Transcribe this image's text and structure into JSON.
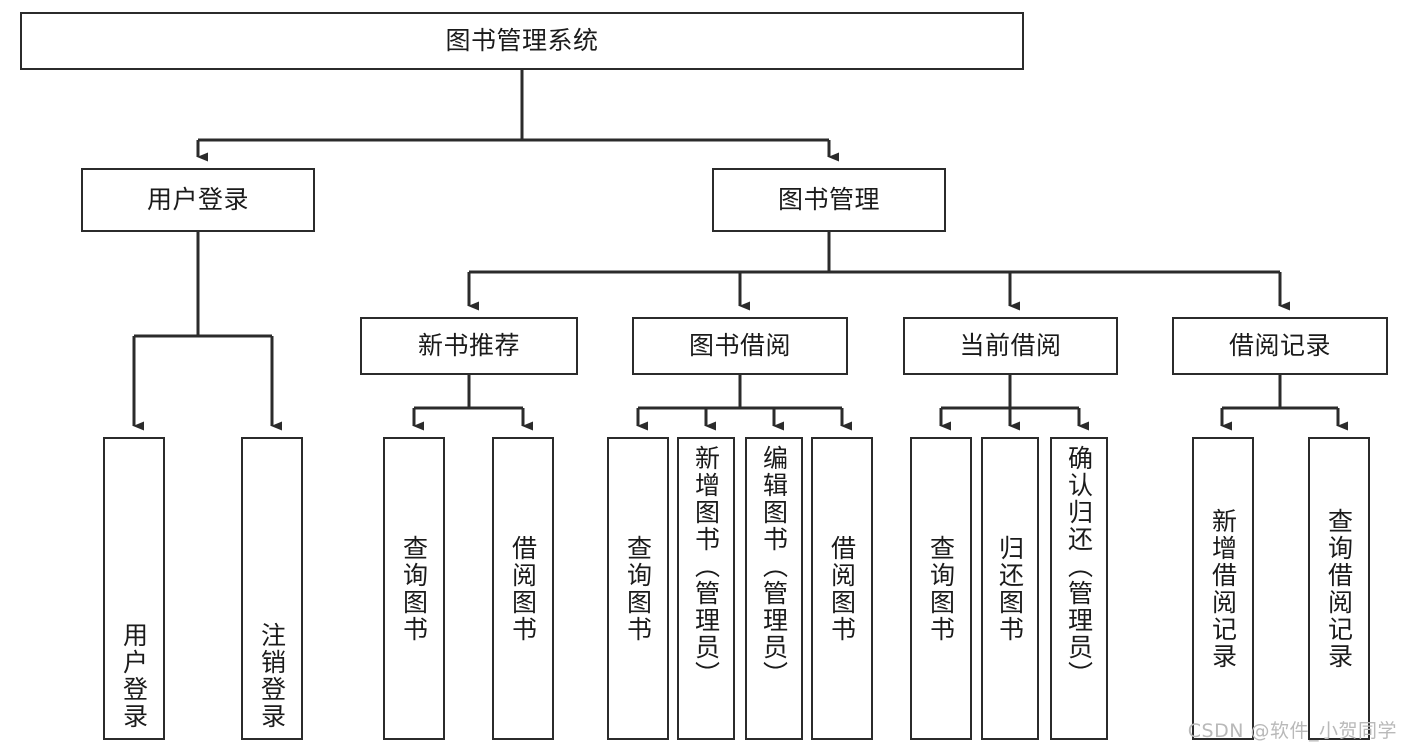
{
  "diagram": {
    "type": "tree-hierarchy-chart",
    "title": "图书管理系统",
    "stroke_color": "#2b2b2b",
    "fill_color": "#ffffff",
    "text_color": "#1b1b1b",
    "watermark": "CSDN @软件_小贺同学",
    "levels": [
      {
        "level": 1,
        "nodes": [
          {
            "id": "root",
            "label": "图书管理系统"
          }
        ]
      },
      {
        "level": 2,
        "nodes": [
          {
            "id": "user-login",
            "label": "用户登录"
          },
          {
            "id": "book-mgmt",
            "label": "图书管理"
          }
        ]
      },
      {
        "level": 3,
        "nodes": [
          {
            "id": "new-book-rec",
            "label": "新书推荐"
          },
          {
            "id": "book-borrow",
            "label": "图书借阅"
          },
          {
            "id": "current-borrow",
            "label": "当前借阅"
          },
          {
            "id": "borrow-record",
            "label": "借阅记录"
          }
        ]
      },
      {
        "level": 4,
        "groups": [
          {
            "parent": "user-login",
            "nodes": [
              {
                "id": "leaf-user-login",
                "label": "用户登录"
              },
              {
                "id": "leaf-user-logout",
                "label": "注销登录"
              }
            ]
          },
          {
            "parent": "new-book-rec",
            "nodes": [
              {
                "id": "leaf-query-book-1",
                "label": "查询图书"
              },
              {
                "id": "leaf-borrow-book-1",
                "label": "借阅图书"
              }
            ]
          },
          {
            "parent": "book-borrow",
            "nodes": [
              {
                "id": "leaf-query-book-2",
                "label": "查询图书"
              },
              {
                "id": "leaf-add-book",
                "label": "新增图书（管理员）"
              },
              {
                "id": "leaf-edit-book",
                "label": "编辑图书（管理员）"
              },
              {
                "id": "leaf-borrow-book-2",
                "label": "借阅图书"
              }
            ]
          },
          {
            "parent": "current-borrow",
            "nodes": [
              {
                "id": "leaf-query-book-3",
                "label": "查询图书"
              },
              {
                "id": "leaf-return-book",
                "label": "归还图书"
              },
              {
                "id": "leaf-confirm-return",
                "label": "确认归还（管理员）"
              }
            ]
          },
          {
            "parent": "borrow-record",
            "nodes": [
              {
                "id": "leaf-add-record",
                "label": "新增借阅记录"
              },
              {
                "id": "leaf-query-record",
                "label": "查询借阅记录"
              }
            ]
          }
        ]
      }
    ]
  }
}
